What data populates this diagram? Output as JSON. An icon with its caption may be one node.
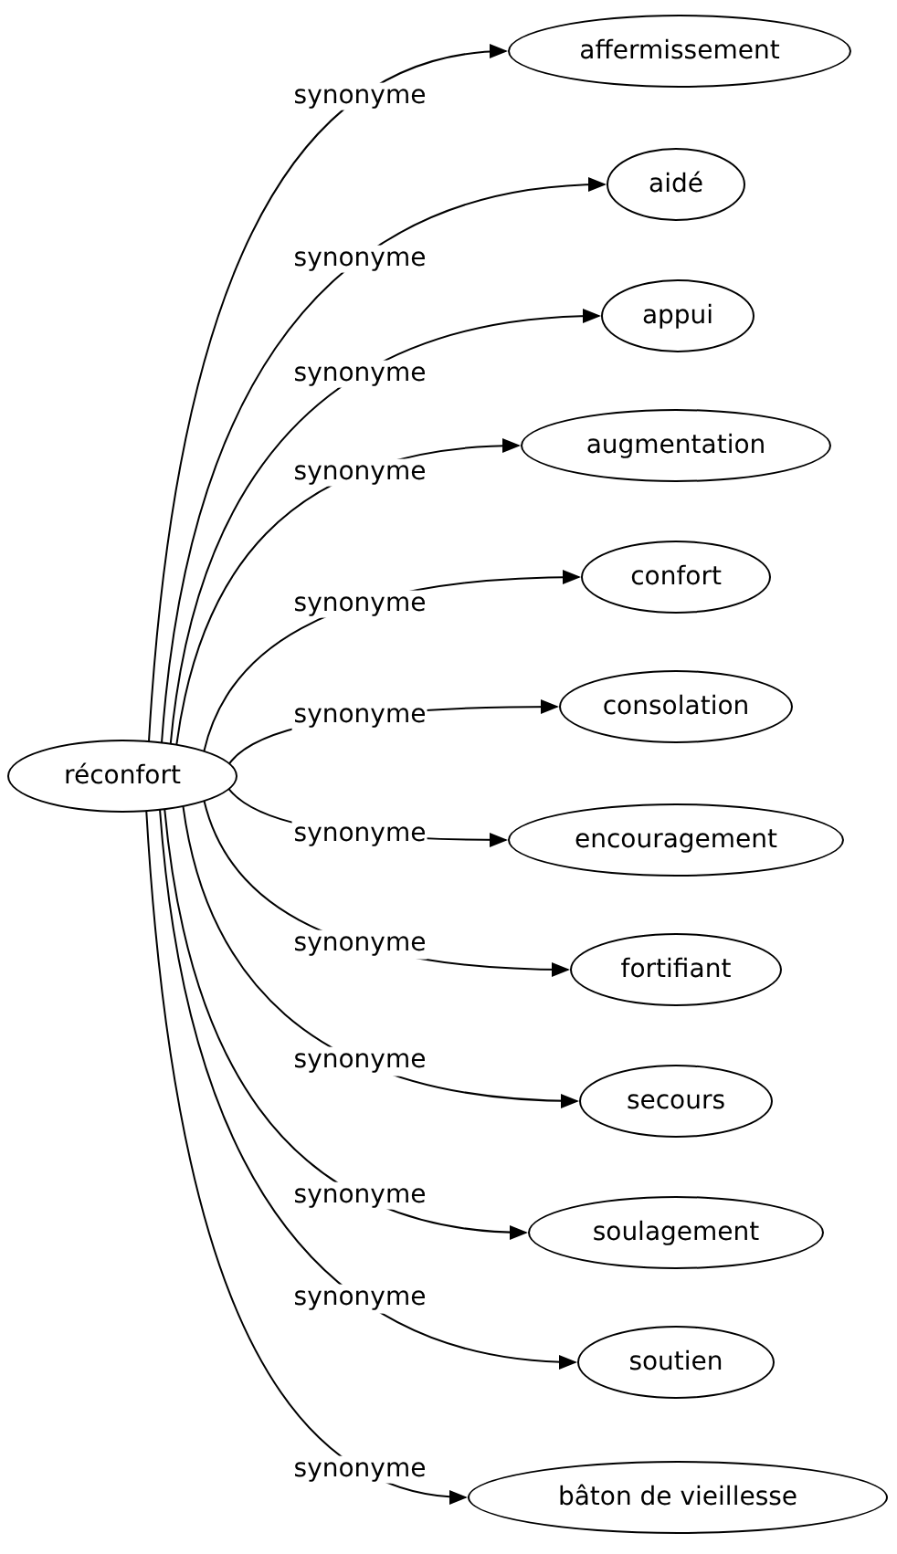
{
  "diagram": {
    "nodes": [
      {
        "text": [
          "réconfort"
        ]
      },
      {
        "text": [
          "affermissement"
        ]
      },
      {
        "text": [
          "aidé"
        ]
      },
      {
        "text": [
          "appui"
        ]
      },
      {
        "text": [
          "augmentation"
        ]
      },
      {
        "text": [
          "confort"
        ]
      },
      {
        "text": [
          "consolation"
        ]
      },
      {
        "text": [
          "encouragement"
        ]
      },
      {
        "text": [
          "fortifiant"
        ]
      },
      {
        "text": [
          "secours"
        ]
      },
      {
        "text": [
          "soulagement"
        ]
      },
      {
        "text": [
          "soutien"
        ]
      },
      {
        "text": [
          "bâton de vieillesse"
        ]
      }
    ],
    "edges": [
      {
        "from": 0,
        "to": 1,
        "arrow": "to",
        "label": "synonyme"
      },
      {
        "from": 0,
        "to": 2,
        "arrow": "to",
        "label": "synonyme"
      },
      {
        "from": 0,
        "to": 3,
        "arrow": "to",
        "label": "synonyme"
      },
      {
        "from": 0,
        "to": 4,
        "arrow": "to",
        "label": "synonyme"
      },
      {
        "from": 0,
        "to": 5,
        "arrow": "to",
        "label": "synonyme"
      },
      {
        "from": 0,
        "to": 6,
        "arrow": "to",
        "label": "synonyme"
      },
      {
        "from": 0,
        "to": 7,
        "arrow": "to",
        "label": "synonyme"
      },
      {
        "from": 0,
        "to": 8,
        "arrow": "to",
        "label": "synonyme"
      },
      {
        "from": 0,
        "to": 9,
        "arrow": "to",
        "label": "synonyme"
      },
      {
        "from": 0,
        "to": 10,
        "arrow": "to",
        "label": "synonyme"
      },
      {
        "from": 0,
        "to": 11,
        "arrow": "to",
        "label": "synonyme"
      },
      {
        "from": 0,
        "to": 12,
        "arrow": "to",
        "label": "synonyme"
      }
    ]
  }
}
